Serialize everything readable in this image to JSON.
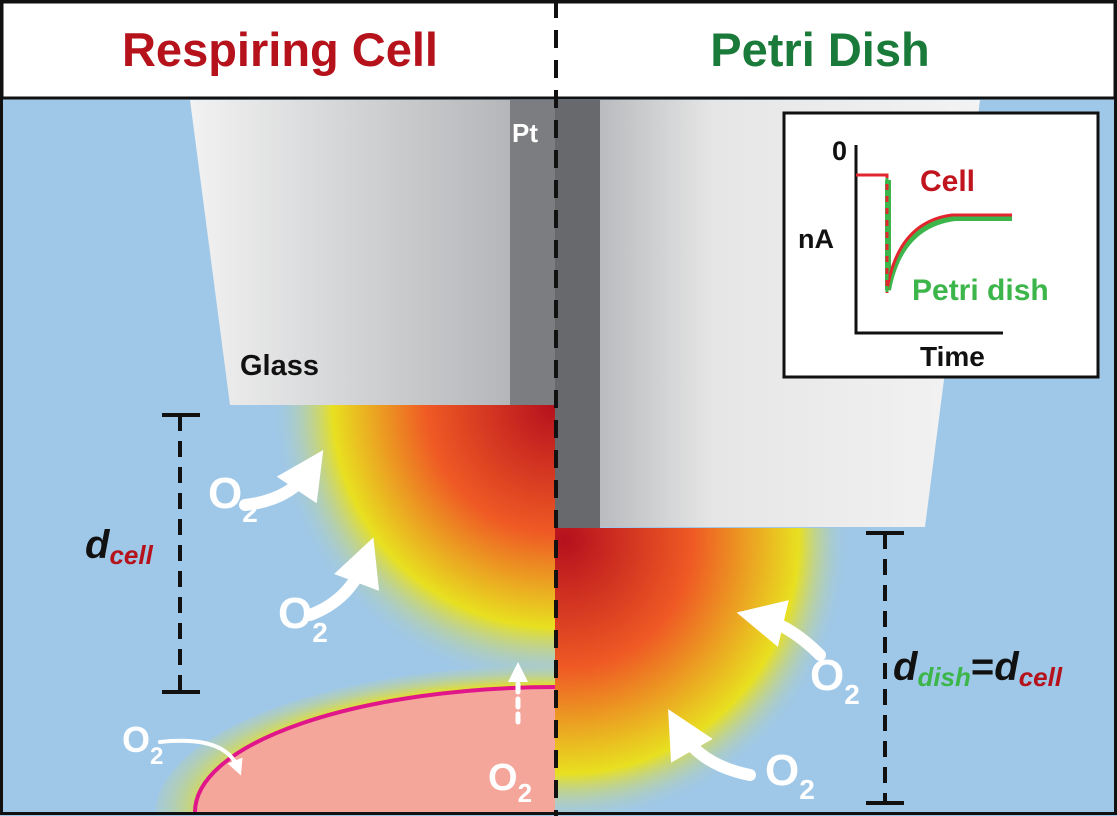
{
  "header": {
    "left_title": "Respiring Cell",
    "right_title": "Petri Dish"
  },
  "labels": {
    "pt": "Pt",
    "glass": "Glass",
    "o2_base": "O",
    "o2_sub": "2"
  },
  "scale": {
    "d": "d",
    "cell_sub": "cell",
    "dish_sub": "dish",
    "equals": "="
  },
  "inset": {
    "zero": "0",
    "ylabel": "nA",
    "xlabel": "Time",
    "cell": "Cell",
    "dish": "Petri dish"
  },
  "colors": {
    "blue": "#9fc8e8",
    "cell_red": "#b5121b",
    "dish_green": "#1a7a3a",
    "inset_green": "#3cb64a",
    "inset_red": "#e2262e",
    "membrane": "#e0168a",
    "cell_fill": "#f5a69b"
  }
}
